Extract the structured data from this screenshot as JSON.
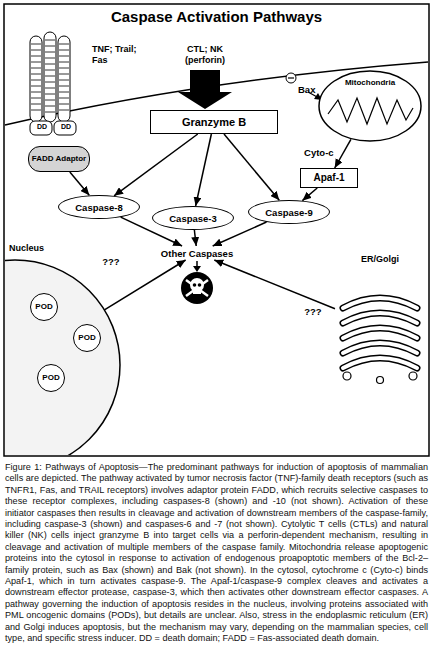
{
  "diagram": {
    "title": "Caspase Activation Pathways",
    "caption": "Figure 1: Pathways of Apoptosis—The predominant pathways for induction of apoptosis of mammalian cells are depicted. The pathway activated by tumor necrosis factor (TNF)-family death receptors (such as TNFR1, Fas, and TRAIL receptors) involves adaptor protein FADD, which recruits selective caspases to these receptor complexes, including caspases-8 (shown) and -10 (not shown). Activation of these initiator caspases then results in cleavage and activation of downstream members of the caspase-family, including caspase-3 (shown) and caspases-6 and -7 (not shown). Cytolytic T cells (CTLs) and natural killer (NK) cells inject granzyme B into target cells via a perforin-dependent mechanism, resulting in cleavage and activation of multiple members of the caspase family. Mitochondria release apoptogenic proteins into the cytosol in response to activation of endogenous proapoptotic members of the Bcl-2–family protein, such as Bax (shown) and Bak (not shown). In the cytosol, cytochrome c (Cyto-c) binds Apaf-1, which in turn activates caspase-9. The Apaf-1/caspase-9 complex cleaves and activates a downstream effector protease, caspase-3, which then activates other downstream effector caspases. A pathway governing the induction of apoptosis resides in the nucleus, involving proteins associated with PML oncogenic domains (PODs), but details are unclear. Also, stress in the endoplasmic reticulum (ER) and Golgi induces apoptosis, but the mechanism may vary, depending on the mammalian species, cell type, and specific stress inducer. DD = death domain; FADD = Fas-associated death domain.",
    "nodes": [
      {
        "text": [
          "FADD Adaptor"
        ]
      },
      {
        "text": [
          "Granzyme B"
        ]
      },
      {
        "text": [
          "Mitochondria"
        ]
      },
      {
        "text": [
          "Apaf-1"
        ]
      },
      {
        "text": [
          "Caspase-8"
        ]
      },
      {
        "text": [
          "Caspase-3"
        ]
      },
      {
        "text": [
          "Caspase-9"
        ]
      },
      {
        "text": [
          "Other Caspases"
        ]
      },
      {
        "text": [
          "Nucleus"
        ]
      },
      {
        "text": [
          "POD"
        ],
        "in": 8
      },
      {
        "text": [
          "POD"
        ],
        "in": 8
      },
      {
        "text": [
          "POD"
        ],
        "in": 8
      },
      {
        "text": [
          "ER/Golgi"
        ]
      }
    ],
    "edges": [
      {
        "from": 0,
        "to": 4,
        "arrow": "to"
      },
      {
        "from": 1,
        "to": 4,
        "arrow": "to"
      },
      {
        "from": 1,
        "to": 5,
        "arrow": "to"
      },
      {
        "from": 1,
        "to": 6,
        "arrow": "to"
      },
      {
        "from": 2,
        "to": 3,
        "label": "Cyto-c",
        "arrow": "to"
      },
      {
        "from": 3,
        "to": 6,
        "arrow": "to"
      },
      {
        "from": 4,
        "to": 7,
        "arrow": "to"
      },
      {
        "from": 5,
        "to": 7,
        "arrow": "to"
      },
      {
        "from": 6,
        "to": 7,
        "arrow": "to"
      },
      {
        "from": 8,
        "to": 7,
        "label": "???",
        "arrow": "to"
      },
      {
        "from": 12,
        "to": 7,
        "label": "???",
        "arrow": "to"
      }
    ],
    "labels": [
      "TNF; Trail; Fas",
      "DD",
      "DD",
      "CTL; NK (perforin)",
      "Bax"
    ]
  }
}
